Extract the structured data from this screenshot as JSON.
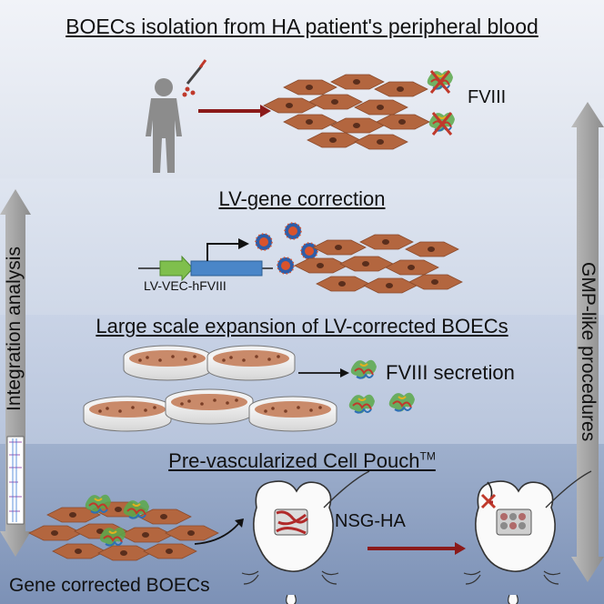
{
  "titles": {
    "isolation": "BOECs isolation from HA patient's peripheral blood",
    "correction": "LV-gene correction",
    "expansion": "Large scale expansion of LV-corrected BOECs",
    "pouch": "Pre-vascularized Cell Pouch",
    "pouch_tm": "TM"
  },
  "labels": {
    "fviii": "FVIII",
    "fviii_secretion": "FVIII secretion",
    "vector": "LV-VEC-hFVIII",
    "mouse": "NSG-HA",
    "gene_corrected": "Gene corrected BOECs",
    "integration": "Integration analysis",
    "gmp": "GMP-like procedures"
  },
  "colors": {
    "band_top": "#e3e8f1",
    "band_mid": "#c9d3e5",
    "band_bottom": "#8ea2c3",
    "arrow_red": "#8b1a1a",
    "cell_fill": "#b3663f",
    "promoter_green": "#7fbf4d",
    "gene_blue": "#4a86c8"
  }
}
